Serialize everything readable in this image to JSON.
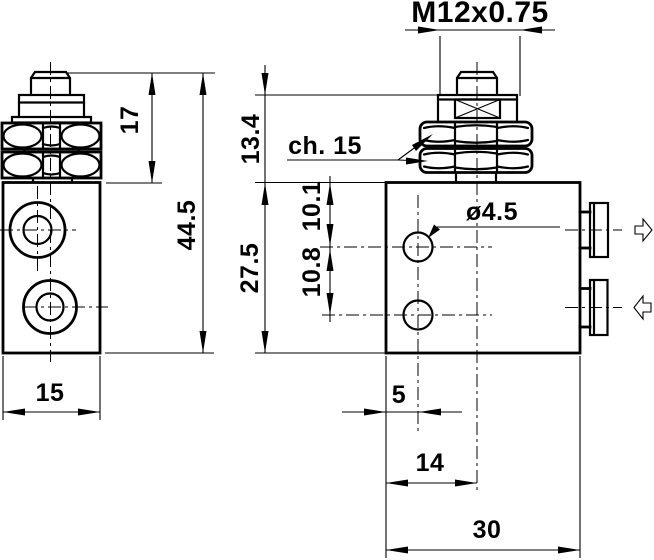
{
  "colors": {
    "background": "#ffffff",
    "line": "#000000",
    "text": "#000000"
  },
  "annotations": {
    "thread_spec": "M12x0.75",
    "wrench_size": "ch. 15",
    "hole_diameter": "ø4.5"
  },
  "dimensions": {
    "front_view": {
      "plunger_height": "17",
      "total_height": "44.5",
      "width": "15"
    },
    "side_view": {
      "upper_section_height": "13.4",
      "body_height": "27.5",
      "hole1_from_top": "10.1",
      "hole_spacing": "10.8",
      "hole_from_edge": "5",
      "axis_from_edge": "14",
      "depth": "30"
    }
  }
}
